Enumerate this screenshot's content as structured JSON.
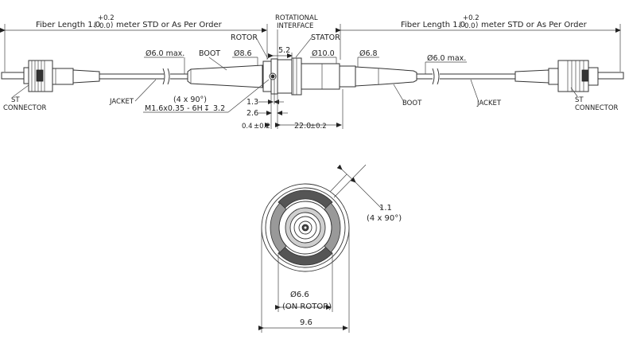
{
  "labels": {
    "fiber_length_left": "Fiber Length 1.0",
    "fiber_tol_top": "+0.2",
    "fiber_tol_bottom": "0.0",
    "fiber_suffix": "meter STD or As Per Order",
    "fiber_length_right": "Fiber Length 1.0",
    "fiber_tol_top_r": "+0.2",
    "fiber_tol_bottom_r": "0.0",
    "fiber_suffix_r": "meter STD or As Per Order",
    "rotational_1": "ROTATIONAL",
    "rotational_2": "INTERFACE",
    "rotor": "ROTOR",
    "stator": "STATOR",
    "boot_left": "BOOT",
    "boot_right": "BOOT",
    "jacket_left": "JACKET",
    "jacket_right": "JACKET",
    "st_left_1": "ST",
    "st_left_2": "CONNECTOR",
    "st_right_1": "ST",
    "st_right_2": "CONNECTOR",
    "dia_jacket_left": "Ø6.0 max.",
    "dia_boot_left": "Ø8.6",
    "dim_5_2": "5.2",
    "dia_stator": "Ø10.0",
    "dia_boot_right": "Ø6.8",
    "dia_jacket_right": "Ø6.0 max.",
    "holes_count": "(4 x 90°)",
    "thread_spec": "M1.6x0.35 - 6H",
    "thread_depth": "3.2",
    "dim_1_3": "1.3",
    "dim_2_6": "2.6",
    "dim_0_4": "0.4",
    "dim_0_4_tol": "±0.2",
    "dim_22_0": "22.0",
    "dim_22_0_tol": "±0.2",
    "dim_1_1": "1.1",
    "slots_count": "(4 x 90°)",
    "dia_rotor": "Ø6.6",
    "on_rotor": "(ON ROTOR)",
    "dim_9_6": "9.6"
  }
}
